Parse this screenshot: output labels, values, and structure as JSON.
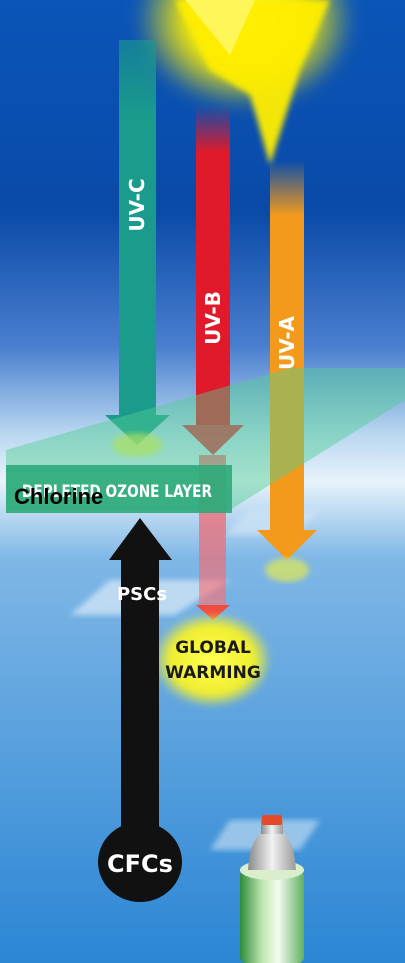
{
  "labels": {
    "uv_c": "UV-C",
    "uv_b": "UV-B",
    "uv_a": "UV-A",
    "ozone_layer": "DEPLETED OZONE LAYER",
    "chlorine": "Chlorine",
    "pscs": "PSCs",
    "global_warming_line1": "GLOBAL",
    "global_warming_line2": "WARMING",
    "cfcs": "CFCs"
  },
  "colors": {
    "sky_top": "#0a4fb0",
    "sky_mid": "#3a72c8",
    "sky_low": "#8fc1ea",
    "sun": "#ffee00",
    "uv_c": "#1a9b8c",
    "uv_b": "#e01a2a",
    "uv_a": "#f39a1c",
    "ozone": "#2aa878",
    "arrow_up": "#111111",
    "warming_glow": "#f4f23a"
  }
}
